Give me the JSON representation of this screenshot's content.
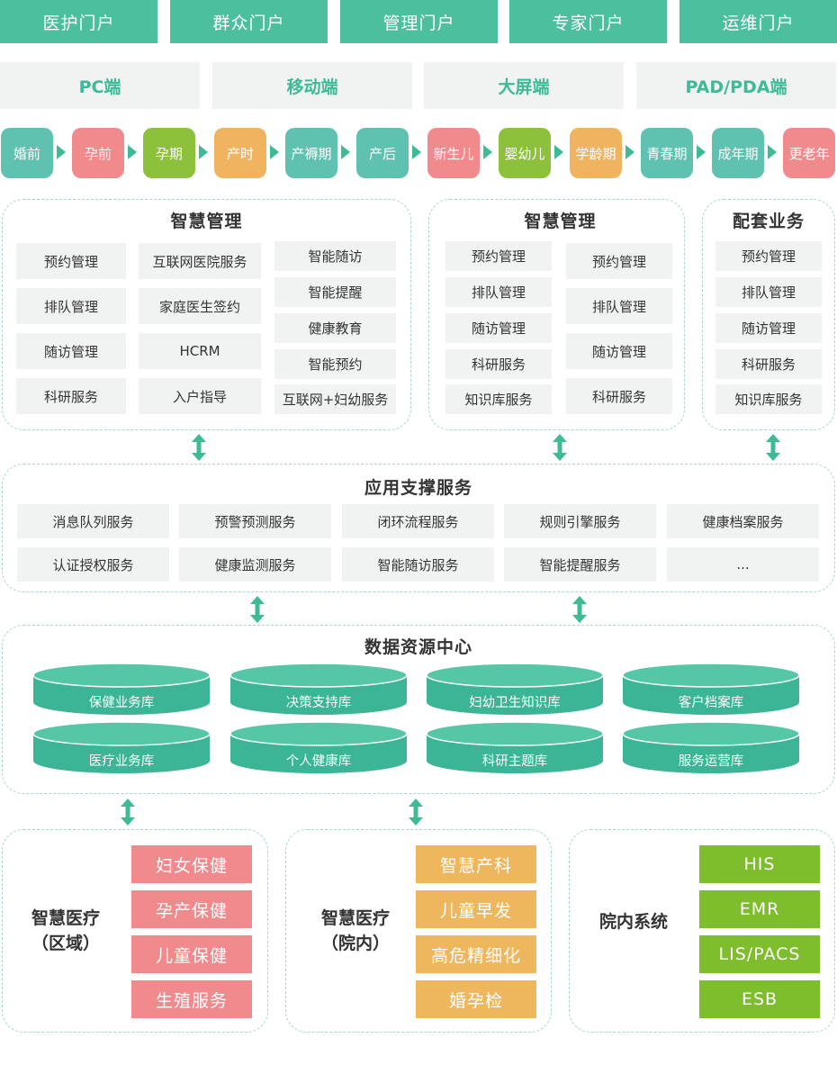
{
  "portals": [
    "医护门户",
    "群众门户",
    "管理门户",
    "专家门户",
    "运维门户"
  ],
  "platforms": [
    "PC端",
    "移动端",
    "大屏端",
    "PAD/PDA端"
  ],
  "lifecycle": [
    "婚前",
    "孕前",
    "孕期",
    "产时",
    "产褥期",
    "产后",
    "新生儿",
    "婴幼儿",
    "学龄期",
    "青春期",
    "成年期",
    "更老年"
  ],
  "colors": {
    "primary_green": "#4cbf9f",
    "stage_teal": "#5fc2b1",
    "stage_pink": "#f08a8c",
    "stage_green": "#8ec13b",
    "stage_orange": "#f0b461",
    "pink": "#f08a8c",
    "orange": "#eeb75d",
    "lime": "#7ebd2b",
    "gray_box": "#f1f2f2"
  },
  "smart_mgmt_1": {
    "title": "智慧管理",
    "col1": [
      "预约管理",
      "排队管理",
      "随访管理",
      "科研服务"
    ],
    "col2": [
      "互联网医院服务",
      "家庭医生签约",
      "HCRM",
      "入户指导"
    ],
    "col3": [
      "智能随访",
      "智能提醒",
      "健康教育",
      "智能预约",
      "互联网+妇幼服务"
    ]
  },
  "smart_mgmt_2": {
    "title": "智慧管理",
    "col1": [
      "预约管理",
      "排队管理",
      "随访管理",
      "科研服务",
      "知识库服务"
    ],
    "col2": [
      "预约管理",
      "排队管理",
      "随访管理",
      "科研服务"
    ]
  },
  "supporting": {
    "title": "配套业务",
    "items": [
      "预约管理",
      "排队管理",
      "随访管理",
      "科研服务",
      "知识库服务"
    ]
  },
  "app_support": {
    "title": "应用支撑服务",
    "row1": [
      "消息队列服务",
      "预警预测服务",
      "闭环流程服务",
      "规则引擎服务",
      "健康档案服务"
    ],
    "row2": [
      "认证授权服务",
      "健康监测服务",
      "智能随访服务",
      "智能提醒服务",
      "..."
    ]
  },
  "data_center": {
    "title": "数据资源中心",
    "row1": [
      "保健业务库",
      "决策支持库",
      "妇幼卫生知识库",
      "客户档案库"
    ],
    "row2": [
      "医疗业务库",
      "个人健康库",
      "科研主题库",
      "服务运营库"
    ]
  },
  "regional": {
    "label_line1": "智慧医疗",
    "label_line2": "（区域）",
    "items": [
      "妇女保健",
      "孕产保健",
      "儿童保健",
      "生殖服务"
    ]
  },
  "hospital": {
    "label_line1": "智慧医疗",
    "label_line2": "（院内）",
    "items": [
      "智慧产科",
      "儿童早发",
      "高危精细化",
      "婚孕检"
    ]
  },
  "internal": {
    "label": "院内系统",
    "items": [
      "HIS",
      "EMR",
      "LIS/PACS",
      "ESB"
    ]
  }
}
